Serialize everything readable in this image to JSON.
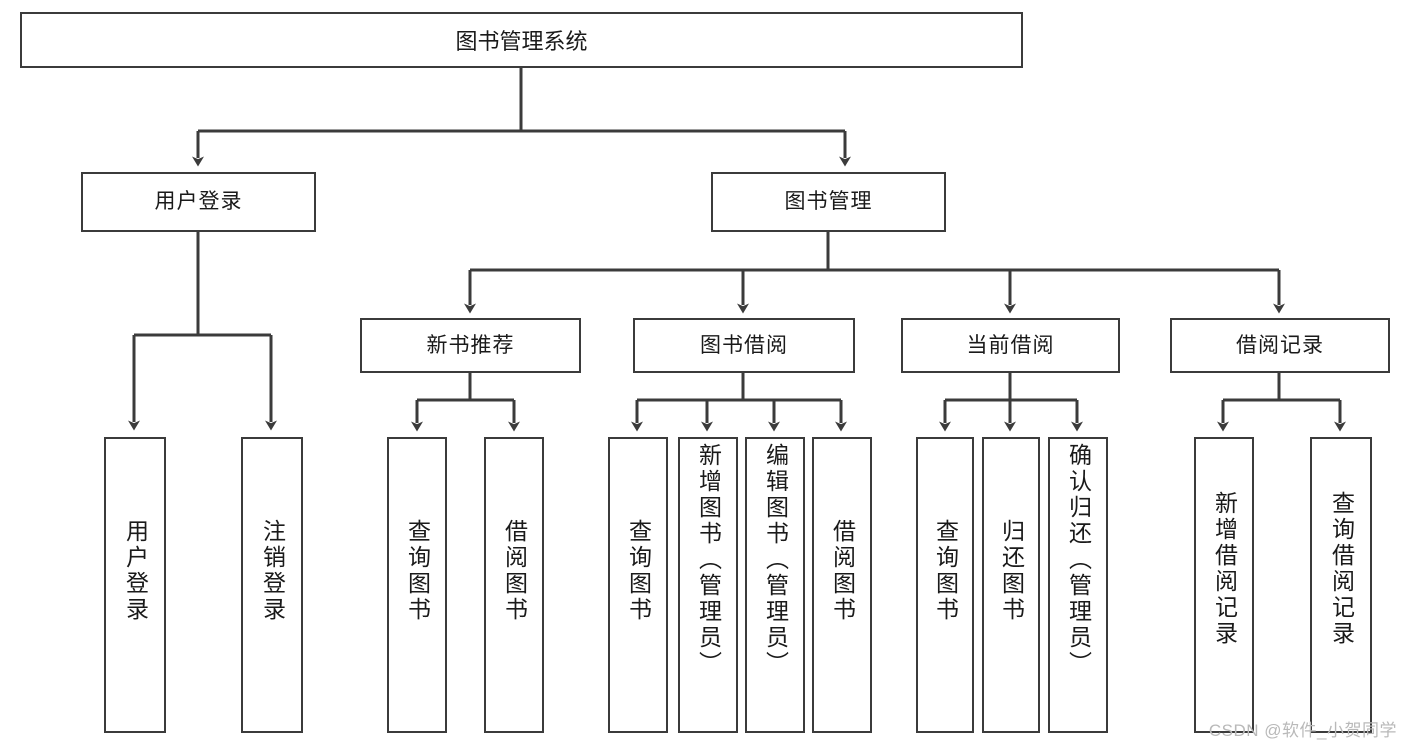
{
  "diagram": {
    "title": "图书管理系统",
    "type": "tree-hierarchy-chart",
    "stroke_color": "#3b3b3b",
    "text_color": "#1a1a1a",
    "background": "#ffffff"
  },
  "root": {
    "label": "图书管理系统"
  },
  "level2": [
    {
      "label": "用户登录"
    },
    {
      "label": "图书管理"
    }
  ],
  "level3": [
    {
      "label": "新书推荐"
    },
    {
      "label": "图书借阅"
    },
    {
      "label": "当前借阅"
    },
    {
      "label": "借阅记录"
    }
  ],
  "leaves": {
    "user_login": [
      {
        "label": "用户登录"
      },
      {
        "label": "注销登录"
      }
    ],
    "new_book_recommend": [
      {
        "label": "查询图书"
      },
      {
        "label": "借阅图书"
      }
    ],
    "book_borrow": [
      {
        "label": "查询图书"
      },
      {
        "label": "新增图书（管理员）"
      },
      {
        "label": "编辑图书（管理员）"
      },
      {
        "label": "借阅图书"
      }
    ],
    "current_borrow": [
      {
        "label": "查询图书"
      },
      {
        "label": "归还图书"
      },
      {
        "label": "确认归还（管理员）"
      }
    ],
    "borrow_record": [
      {
        "label": "新增借阅记录"
      },
      {
        "label": "查询借阅记录"
      }
    ]
  },
  "watermark": {
    "text": "CSDN @软件_小贺同学"
  }
}
